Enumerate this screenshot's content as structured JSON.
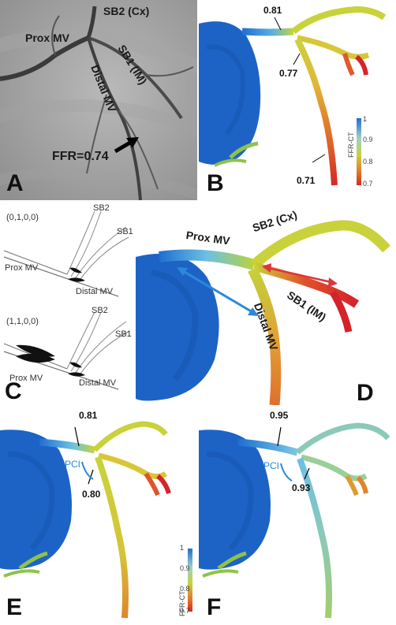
{
  "panels": {
    "A": {
      "letter": "A",
      "labels": {
        "sb2": "SB2 (Cx)",
        "prox": "Prox MV",
        "sb1": "SB1 (IM)",
        "distal": "Distal MV",
        "ffr": "FFR=0.74"
      }
    },
    "B": {
      "letter": "B",
      "values": {
        "v081": "0.81",
        "v077": "0.77",
        "v071": "0.71"
      },
      "colorbar": {
        "title": "FFR-CT",
        "ticks": [
          "1",
          "0.9",
          "0.8",
          "0.7"
        ]
      }
    },
    "C": {
      "letter": "C",
      "top": {
        "code": "(0,1,0,0)",
        "sb2": "SB2",
        "sb1": "SB1",
        "prox": "Prox MV",
        "distal": "Distal MV"
      },
      "bottom": {
        "code": "(1,1,0,0)",
        "sb2": "SB2",
        "sb1": "SB1",
        "prox": "Prox MV",
        "distal": "Distal MV"
      }
    },
    "D": {
      "letter": "D",
      "labels": {
        "prox": "Prox MV",
        "sb2": "SB2 (Cx)",
        "sb1": "SB1 (IM)",
        "distal": "Distal MV"
      }
    },
    "E": {
      "letter": "E",
      "values": {
        "v081": "0.81",
        "v080": "0.80"
      },
      "pci": "PCI",
      "colorbar": {
        "title": "FFR-CT",
        "ticks": [
          "1",
          "0.9",
          "0.8",
          "0.7"
        ]
      }
    },
    "F": {
      "letter": "F",
      "values": {
        "v095": "0.95",
        "v093": "0.93"
      },
      "pci": "PCI"
    }
  },
  "colors": {
    "ffr_high": "#1f6fd1",
    "ffr_mid": "#c8d23a",
    "ffr_low": "#d8232a",
    "arrow_blue": "#2a8ad8",
    "arrow_red": "#e0343b"
  }
}
